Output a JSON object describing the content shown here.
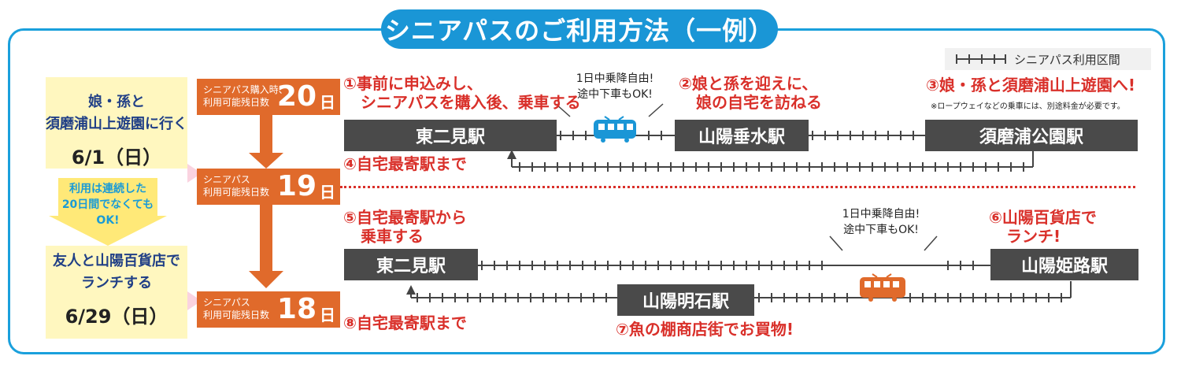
{
  "title": "シニアパスのご利用方法（一例）",
  "legend": "シニアパス利用区間",
  "left": {
    "trip1": {
      "title_line1": "娘・孫と",
      "title_line2": "須磨浦山上遊園に行く",
      "date": "6/1（日）"
    },
    "arrow_text": [
      "利用は連続した",
      "20日間でなくても",
      "OK!"
    ],
    "trip2": {
      "title_line1": "友人と山陽百貨店で",
      "title_line2": "ランチする",
      "date": "6/29（日）"
    }
  },
  "badges": [
    {
      "small1": "シニアパス購入時、",
      "small2": "利用可能残日数",
      "num": "20",
      "unit": "日"
    },
    {
      "small1": "シニアパス",
      "small2": "利用可能残日数",
      "num": "19",
      "unit": "日"
    },
    {
      "small1": "シニアパス",
      "small2": "利用可能残日数",
      "num": "18",
      "unit": "日"
    }
  ],
  "day1": {
    "step1": [
      "①事前に申込みし、",
      "シニアパスを購入後、乗車する"
    ],
    "note": [
      "1日中乗降自由!",
      "途中下車もOK!"
    ],
    "step2": [
      "②娘と孫を迎えに、",
      "娘の自宅を訪ねる"
    ],
    "step3": "③娘・孫と須磨浦山上遊園へ!",
    "step3_note": "※ロープウェイなどの乗車には、別途料金が必要です。",
    "step4": "④自宅最寄駅まで",
    "stations": [
      "東二見駅",
      "山陽垂水駅",
      "須磨浦公園駅"
    ]
  },
  "day2": {
    "step5": [
      "⑤自宅最寄駅から",
      "乗車する"
    ],
    "note": [
      "1日中乗降自由!",
      "途中下車もOK!"
    ],
    "step6": [
      "⑥山陽百貨店で",
      "ランチ!"
    ],
    "step7": "⑦魚の棚商店街でお買物!",
    "step8": "⑧自宅最寄駅まで",
    "stations": [
      "東二見駅",
      "山陽明石駅",
      "山陽姫路駅"
    ]
  },
  "colors": {
    "frame": "#1aa0dc",
    "badge": "#e06a2b",
    "red_text": "#d9302a",
    "station": "#4a4a4a",
    "left_box": "#fff7bf",
    "arrow": "#ffe978",
    "train_blue": "#1a96d6",
    "train_orange": "#e06a2b"
  }
}
